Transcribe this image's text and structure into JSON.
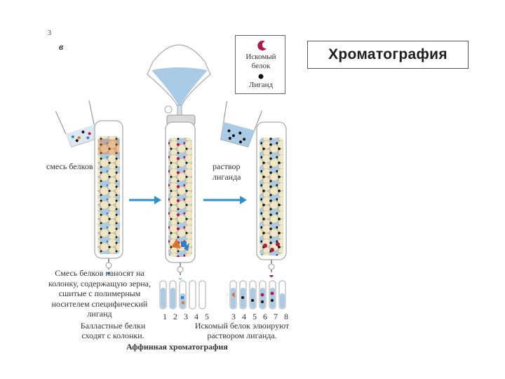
{
  "title": "Хроматография",
  "panel_letter": "в",
  "corner_mark": "3",
  "legend": {
    "protein_label": "Искомый белок",
    "ligand_label": "Лиганд"
  },
  "labels": {
    "protein_mix": "смесь белков",
    "ligand_solution": "раствор лиганда",
    "step_description": "Смесь белков наносят на колонку, содержащую зерна, сшитые с полимерным носителем специфический лиганд",
    "tube_numbers_left": "1 2 3 4 5",
    "tube_numbers_right": "3 4 5 6 7 8",
    "ballast_proteins": "Балластные белки сходят с колонки.",
    "eluted_protein": "Искомый белок элюируют раствором лиганда.",
    "caption": "Аффинная хроматография"
  },
  "colors": {
    "liquid": "#a9cbe5",
    "bead": "#f1e6c4",
    "target_protein": "#b01848",
    "ligand": "#111111",
    "arrow": "#2f8fd0",
    "blue_protein": "#2e7fc8",
    "orange_protein": "#e0712a"
  }
}
